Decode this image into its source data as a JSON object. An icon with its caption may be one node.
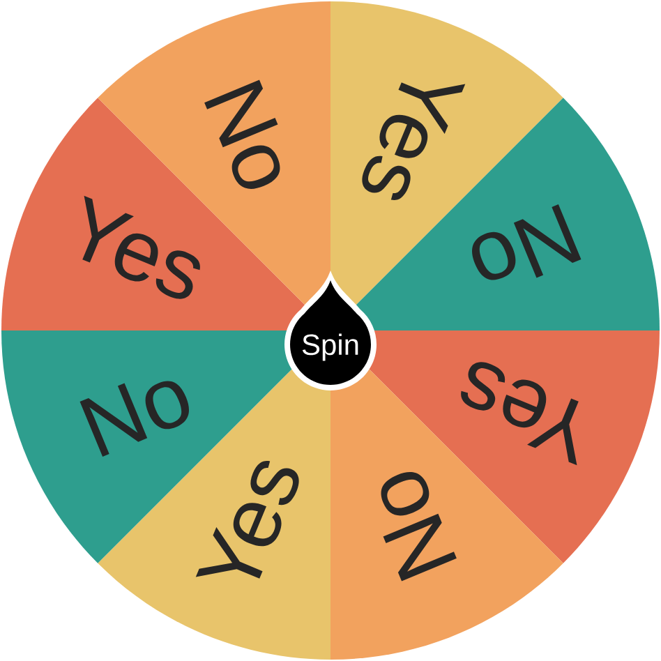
{
  "diagram": {
    "nodes": [
      {
        "text": [
          "Yes"
        ]
      },
      {
        "text": [
          "No"
        ]
      },
      {
        "text": [
          "Yes"
        ]
      },
      {
        "text": [
          "No"
        ]
      },
      {
        "text": [
          "Yes"
        ]
      },
      {
        "text": [
          "No"
        ]
      },
      {
        "text": [
          "Yes"
        ]
      },
      {
        "text": [
          "No"
        ]
      },
      {
        "text": [
          "Spin"
        ]
      }
    ]
  }
}
